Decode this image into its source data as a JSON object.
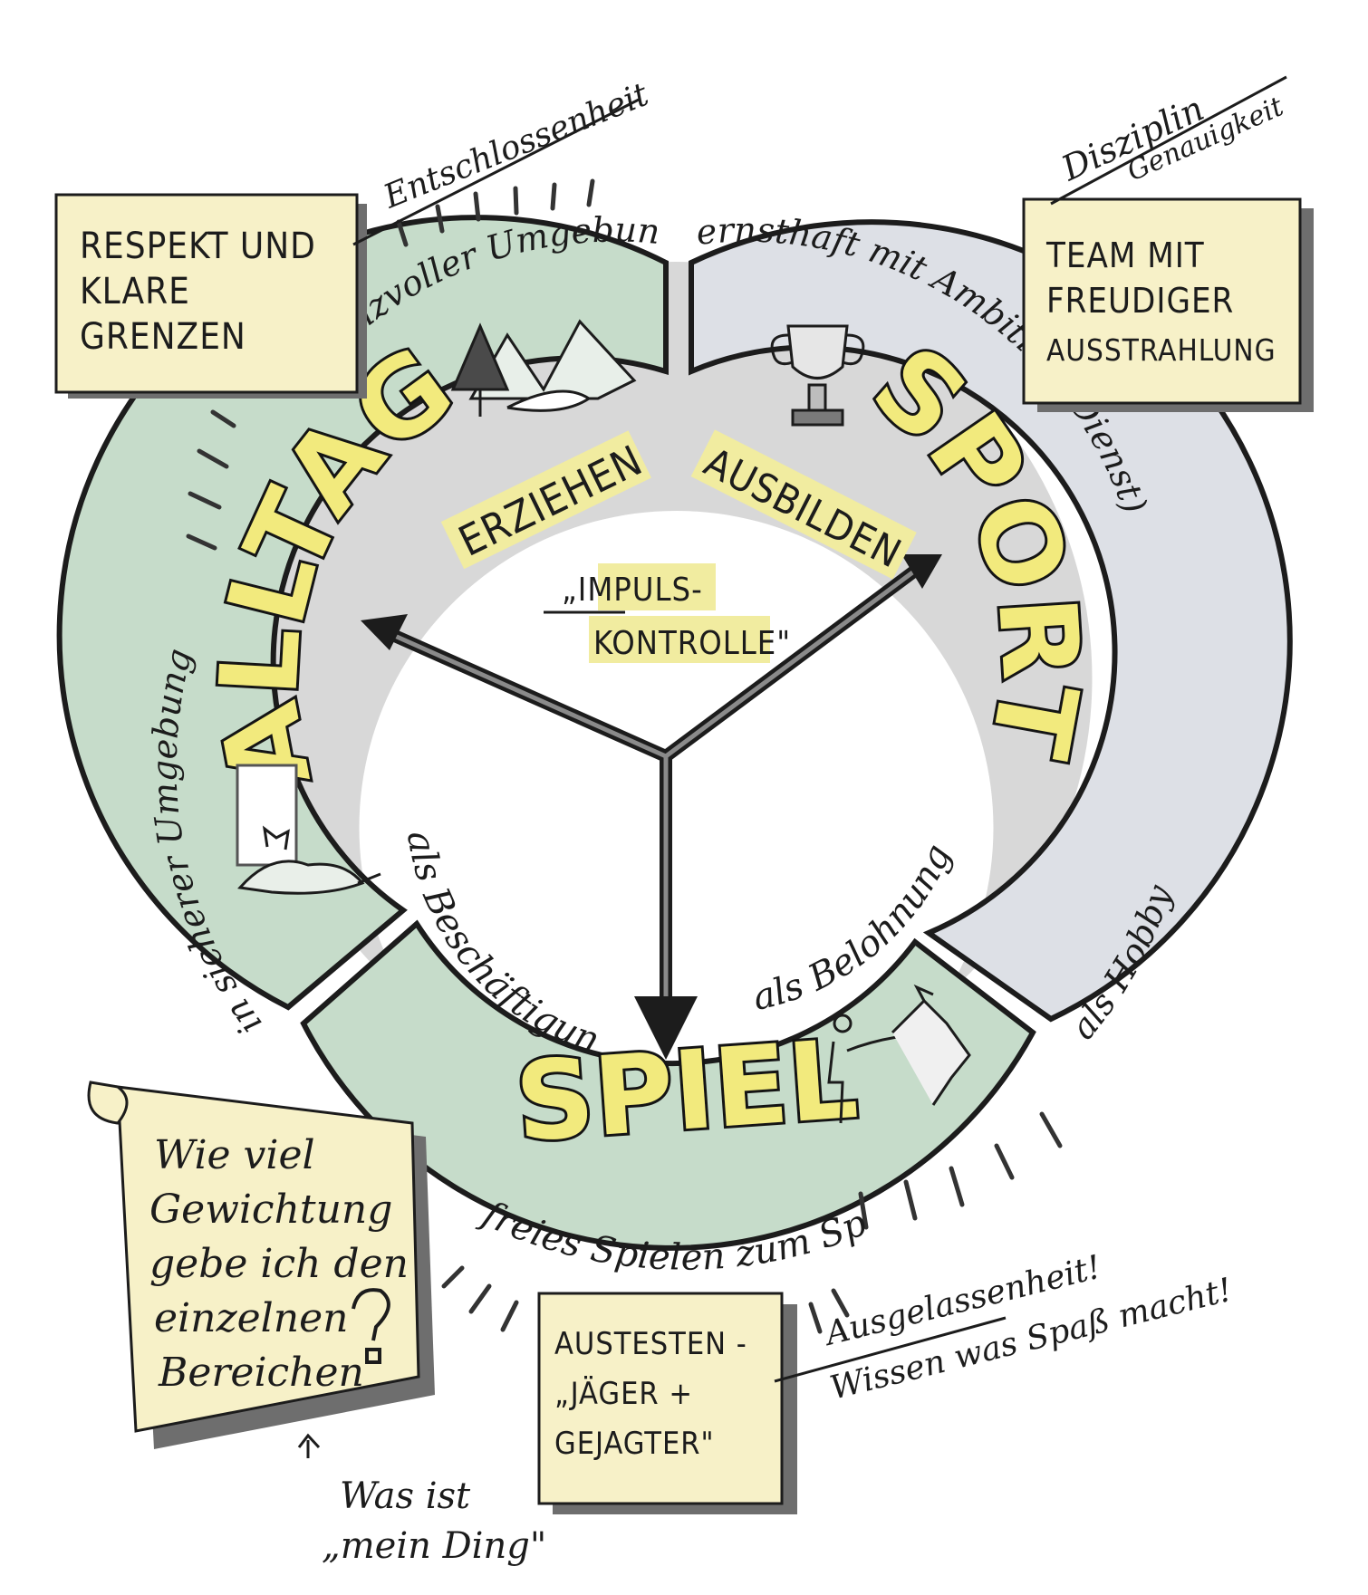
{
  "diagram": {
    "center_label_line1": "„IMPULS-",
    "center_label_line2": "KONTROLLE\"",
    "segments": {
      "alltag": "ALLTAG",
      "sport": "SPORT",
      "spiel": "SPIEL"
    },
    "inner_labels": {
      "erziehen": "ERZIEHEN",
      "ausbilden": "AUSBILDEN"
    },
    "inner_arc_labels": {
      "beschaeftigung": "als Beschäftigung",
      "belohnung": "als Belohnung"
    },
    "outer_arc_labels": {
      "reizvoll": "in Reizvoller Umgebung",
      "ernsthaft": "ernsthaft mit Ambition (Dienst)",
      "sicher": "in sicherer Umgebung",
      "hobby": "als Hobby",
      "spass": "freies Spielen zum Spaß"
    },
    "notes": {
      "respekt": [
        "RESPEKT UND",
        "KLARE",
        "GRENZEN"
      ],
      "team": [
        "TEAM MIT",
        "FREUDIGER",
        "AUSSTRAHLUNG"
      ],
      "austesten": [
        "AUSTESTEN -",
        "„JÄGER +",
        "GEJAGTER\""
      ],
      "scroll": [
        "Wie viel",
        "Gewichtung",
        "gebe ich den",
        "einzelnen",
        "Bereichen"
      ]
    },
    "annotations": {
      "entschlossenheit": "Entschlossenheit",
      "disziplin": "Disziplin",
      "genauigkeit": "Genauigkeit",
      "ausgelassenheit": "Ausgelassenheit!",
      "wissen": "Wissen was Spaß macht!",
      "was_ist": "Was ist",
      "mein_ding": "„mein Ding\""
    },
    "colors": {
      "ring_green": "#c6dcca",
      "ring_grey": "#dde0e6",
      "note_yellow": "#f7f1c8",
      "highlight": "#f1eca0",
      "letter_yellow": "#f2ea7d",
      "ink": "#1c1c1c"
    },
    "icons": [
      "mountain-landscape-icon",
      "trophy-icon",
      "lying-dog-icon",
      "person-and-jumping-dog-icon",
      "question-mark-icon"
    ]
  }
}
